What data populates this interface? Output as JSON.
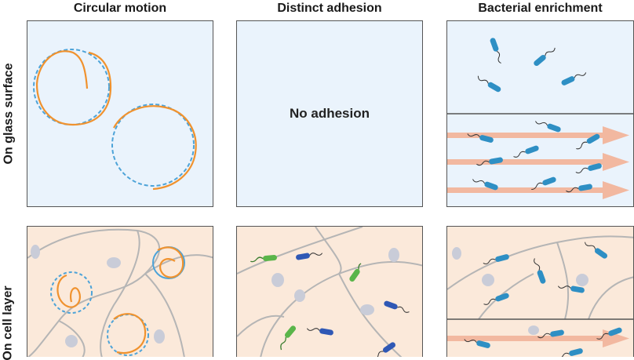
{
  "columns": {
    "circular_motion": "Circular motion",
    "distinct_adhesion": "Distinct adhesion",
    "bacterial_enrichment": "Bacterial enrichment"
  },
  "rows": {
    "glass": "On glass surface",
    "cell": "On cell layer"
  },
  "panels": {
    "glass_adhesion_text": "No adhesion"
  },
  "colors": {
    "glass_bg": "#eaf3fc",
    "cell_bg": "#fbe9da",
    "trajectory_orange": "#f0922e",
    "trajectory_blue_dashed": "#4da3d8",
    "bacterium_blue": "#2e8fc4",
    "bacterium_dark_blue": "#2f58b5",
    "bacterium_green": "#5ab54a",
    "flow_arrow": "#f2b8a0",
    "cell_outline": "#b5b5b5",
    "nucleus": "#c9ccd8"
  },
  "icons": [
    "bacterium-icon",
    "flow-arrow-icon",
    "cell-nucleus-icon"
  ]
}
